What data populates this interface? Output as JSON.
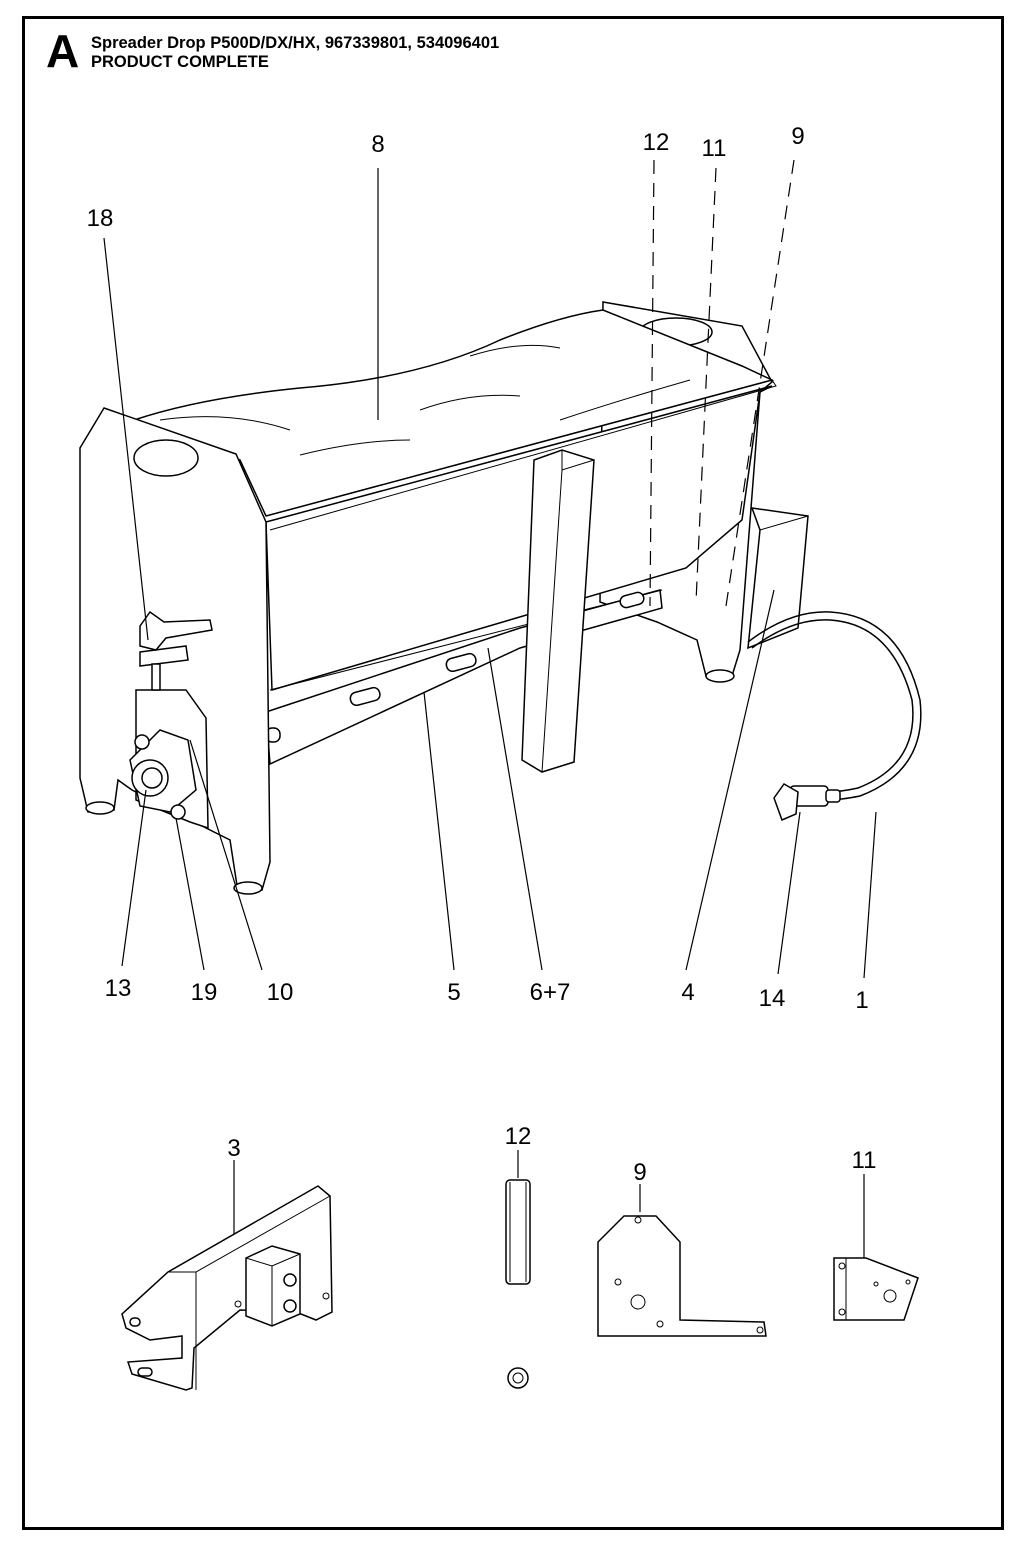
{
  "header": {
    "section_letter": "A",
    "title": "Spreader Drop P500D/DX/HX, 967339801, 534096401",
    "subtitle": "PRODUCT COMPLETE"
  },
  "callouts": {
    "top": [
      "8",
      "12",
      "11",
      "9",
      "18"
    ],
    "bottom": [
      "13",
      "19",
      "10",
      "5",
      "6+7",
      "4",
      "14",
      "1"
    ],
    "detail": [
      "3",
      "12",
      "9",
      "11"
    ]
  }
}
